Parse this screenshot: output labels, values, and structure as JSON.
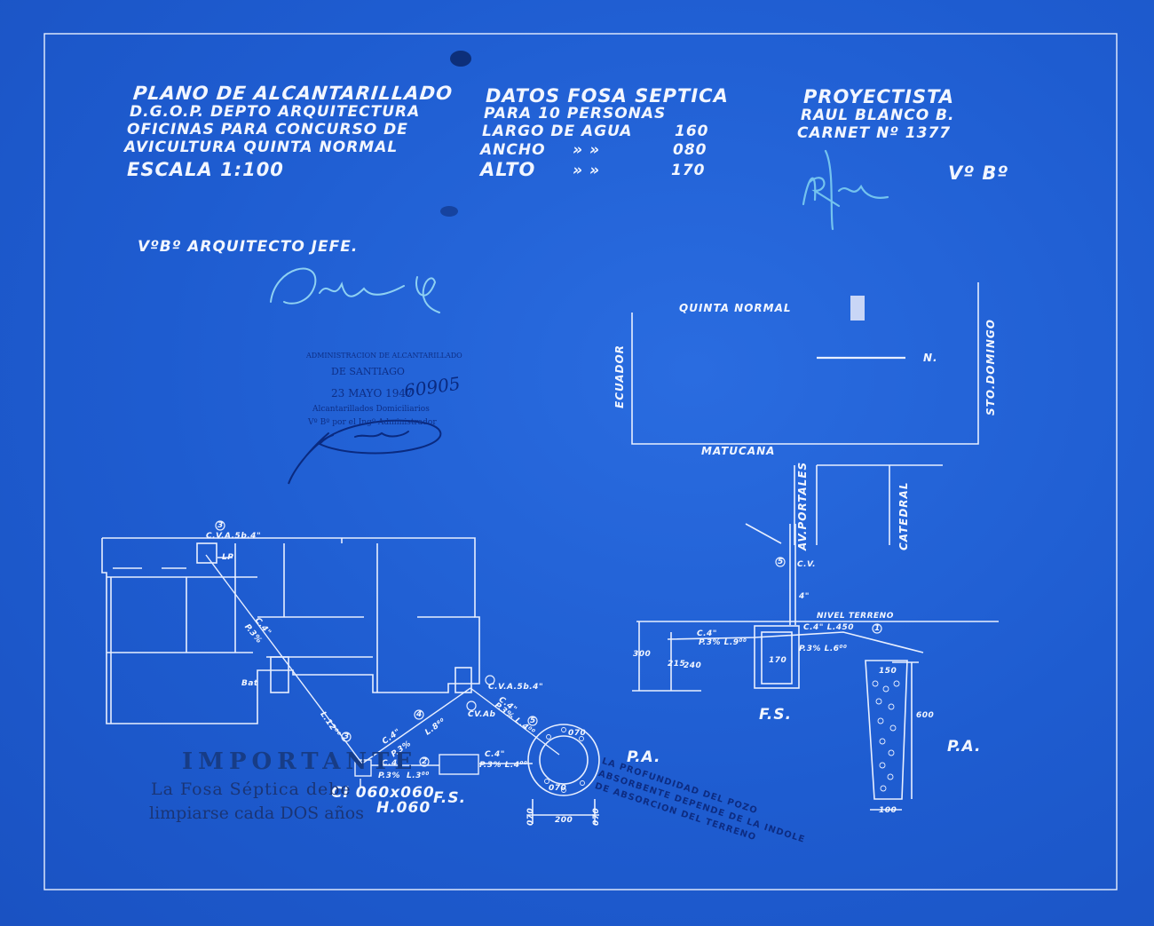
{
  "title_block": {
    "line1": "PLANO DE ALCANTARILLADO",
    "line2": "D.G.O.P. DEPTO ARQUITECTURA",
    "line3": "OFICINAS PARA CONCURSO DE",
    "line4": "AVICULTURA  QUINTA NORMAL",
    "scale": "ESCALA   1:100"
  },
  "septic_data": {
    "line1": "DATOS FOSA SEPTICA",
    "line2": "PARA 10 PERSONAS",
    "rows": [
      {
        "label": "LARGO  DE  AGUA",
        "mark": "",
        "value": "160"
      },
      {
        "label": "ANCHO",
        "mark": "»         »",
        "value": "080"
      },
      {
        "label": "ALTO",
        "mark": "»         »",
        "value": "170"
      }
    ]
  },
  "designer": {
    "title": "PROYECTISTA",
    "name": "RAUL BLANCO B.",
    "carnet": "CARNET Nº 1377",
    "approval": "Vº Bº"
  },
  "chief_approval": "VºBº ARQUITECTO JEFE.",
  "admin_stamp": {
    "line1": "ADMINISTRACION  DE  ALCANTARILLADO",
    "line2": "DE  SANTIAGO",
    "date": "23 MAYO 1947",
    "number": "60905",
    "line4": "Alcantarillados Domiciliarios",
    "line5": "Vº Bº por el Ingº Administrador"
  },
  "location_map": {
    "quinta": "QUINTA NORMAL",
    "north": "N.",
    "ecuador": "ECUADOR",
    "sto_domingo": "STO.DOMINGO",
    "matucana": "MATUCANA",
    "portales": "AV.PORTALES",
    "catedral": "CATEDRAL"
  },
  "section": {
    "ground": "NIVEL TERRENO",
    "fs": "F.S.",
    "pa": "P.A.",
    "dim_300": "300",
    "dim_215": "215",
    "dim_240": "240",
    "dim_150": "150",
    "dim_600": "600",
    "dim_100": "100",
    "c4_a": "C.4\"",
    "p3_a": "P.3%  L.9⁰⁰",
    "c4_b": "C.4\"  L.450",
    "p3_b": "P.3%  L.6⁰⁰",
    "cv": "C.V.",
    "cv_size": "4\"",
    "n5": "5",
    "n1": "1",
    "h170": "170"
  },
  "plan": {
    "cv_top": "C.V.A.5b.4\"",
    "lp": "LP",
    "bat": "Bat",
    "c4_diag": "C.4\"",
    "p3_diag": "P.3%",
    "l1200": "L.12⁰⁰",
    "n3": "3",
    "n4": "4",
    "n5": "5",
    "n2": "2",
    "c4_mid": "C.4\"",
    "l880": "L.8⁸⁰",
    "p3_mid": "P.3%",
    "cv_right": "C.V.A.5b.4\"",
    "cv_ab": "CV.Ab",
    "c4_r": "C.4\"",
    "p3_r": "P.3%  L.4⁰⁰",
    "c4_low": "C.4\"",
    "p3_low": "P.3%",
    "l300": "L.3⁰⁰",
    "c4_fs": "C.4\"",
    "p3_fs": "P.3%  L.4⁰⁰",
    "ci": "CI 060x060",
    "h060": "H.060",
    "fs": "F.S.",
    "pa": "P.A.",
    "d200": "200",
    "d070a": "070",
    "d070b": "070",
    "ring_a": "070",
    "ring_b": "070"
  },
  "notice_stamp": {
    "title": "IMPORTANTE",
    "line1": "La Fosa Séptica debe",
    "line2": "limpiarse cada DOS años"
  },
  "pa_stamp": {
    "line1": "LA PROFUNDIDAD DEL POZO",
    "line2": "ABSORBENTE DEPENDE DE LA INDOLE",
    "line3": "DE ABSORCION DEL TERRENO"
  },
  "colors": {
    "paper": "#1f5fcf",
    "ink": "#f2f6ff",
    "stamp": "#123a8e"
  }
}
